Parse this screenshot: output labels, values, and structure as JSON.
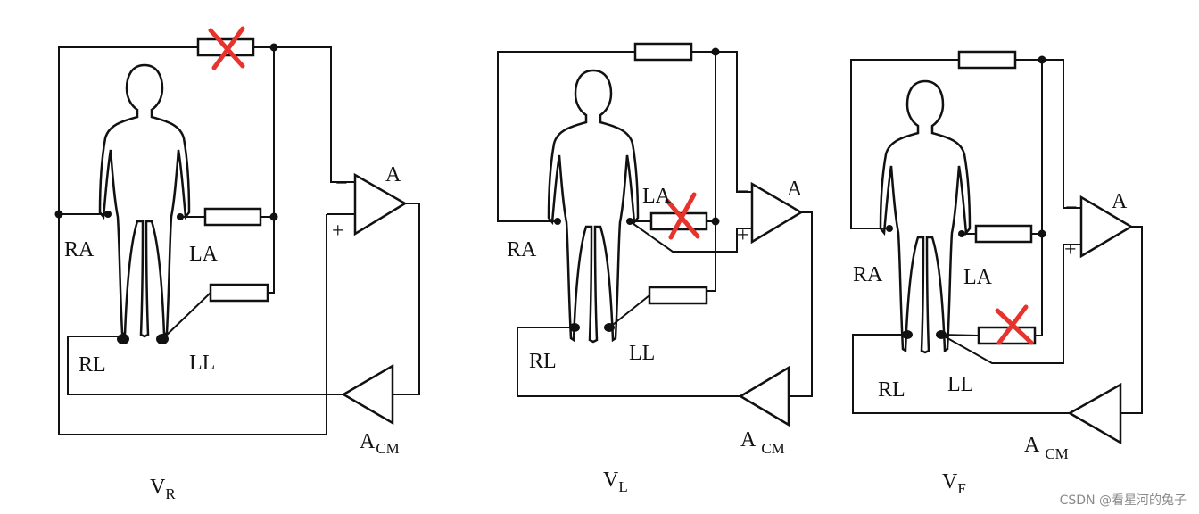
{
  "colors": {
    "line": "#111111",
    "cross": "#e8322c"
  },
  "panels": [
    {
      "labels": {
        "ra": "RA",
        "la": "LA",
        "rl": "RL",
        "ll": "LL",
        "amp": "A",
        "minus": "−",
        "plus": "+",
        "acm_main": "A",
        "acm_sub": "CM",
        "lead_main": "V",
        "lead_sub": "R"
      }
    },
    {
      "labels": {
        "ra": "RA",
        "la": "LA",
        "rl": "RL",
        "ll": "LL",
        "amp": "A",
        "minus": "−",
        "plus": "+",
        "acm_main": "A",
        "acm_sub": "CM",
        "lead_main": "V",
        "lead_sub": "L"
      }
    },
    {
      "labels": {
        "ra": "RA",
        "la": "LA",
        "rl": "RL",
        "ll": "LL",
        "amp": "A",
        "minus": "−",
        "plus": "+",
        "acm_main": "A",
        "acm_sub": "CM",
        "lead_main": "V",
        "lead_sub": "F"
      }
    }
  ],
  "watermark": "CSDN @看星河的兔子"
}
